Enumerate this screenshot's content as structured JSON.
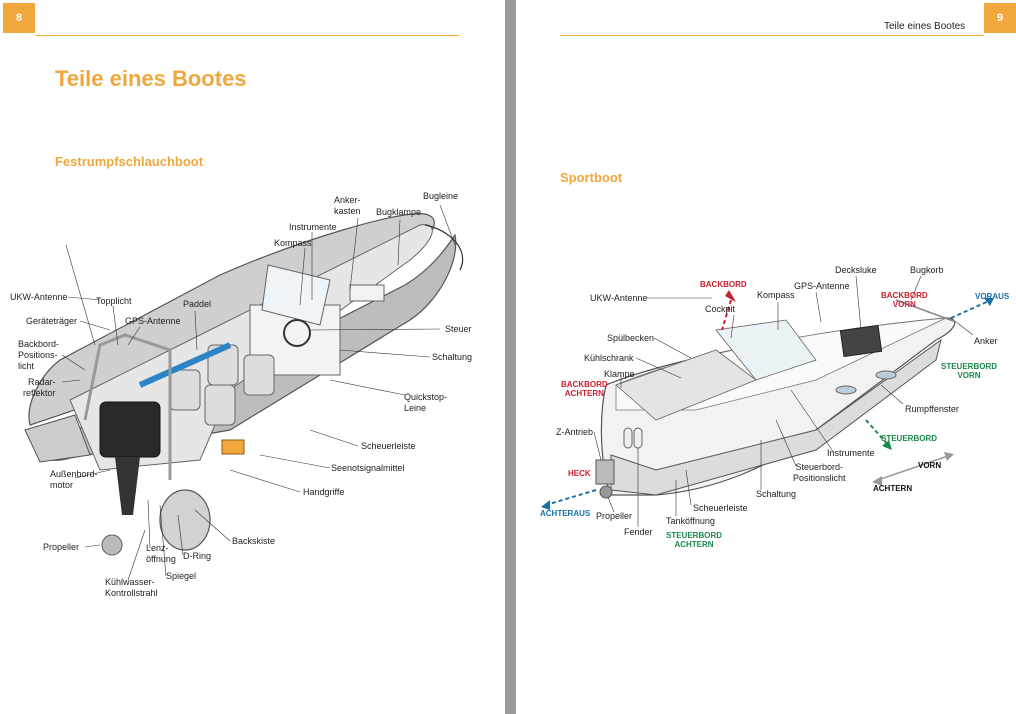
{
  "left_page": {
    "page_number": "8",
    "title": "Teile eines Bootes",
    "subtitle": "Festrumpfschlauchboot",
    "labels": {
      "ankerkasten": "Anker-\nkasten",
      "bugklampe": "Bugklampe",
      "bugleine": "Bugleine",
      "instrumente": "Instrumente",
      "kompass": "Kompass",
      "ukw_antenne": "UKW-Antenne",
      "topplicht": "Topplicht",
      "paddel": "Paddel",
      "geraetetraeger": "Geräteträger",
      "gps_antenne": "GPS-Antenne",
      "steuer": "Steuer",
      "backbord_positionslicht": "Backbord-\nPositions-\nlicht",
      "schaltung": "Schaltung",
      "radarreflektor": "Radar-\nreflektor",
      "quickstop_leine": "Quickstop-\nLeine",
      "scheuerleiste": "Scheuerleiste",
      "aussenbordmotor": "Außenbord-\nmotor",
      "seenotsignalmittel": "Seenotsignalmittel",
      "handgriffe": "Handgriffe",
      "backskiste": "Backskiste",
      "propeller": "Propeller",
      "lenzoeffnung": "Lenz-\nöffnung",
      "d_ring": "D-Ring",
      "spiegel": "Spiegel",
      "kuehlwasser": "Kühlwasser-\nKontrollstrahl"
    }
  },
  "right_page": {
    "page_number": "9",
    "running_head": "Teile eines Bootes",
    "subtitle": "Sportboot",
    "labels": {
      "decksluke": "Decksluke",
      "bugkorb": "Bugkorb",
      "backbord": "BACKBORD",
      "gps_antenne": "GPS-Antenne",
      "backbord_vorn": "BACKBORD\nVORN",
      "voraus": "VORAUS",
      "ukw_antenne": "UKW-Antenne",
      "kompass": "Kompass",
      "cockpit": "Cockpit",
      "anker": "Anker",
      "spuelbecken": "Spülbecken",
      "kuehlschrank": "Kühlschrank",
      "klampe": "Klampe",
      "steuerbord_vorn": "STEUERBORD\nVORN",
      "backbord_achtern": "BACKBORD\nACHTERN",
      "rumpffenster": "Rumpffenster",
      "z_antrieb": "Z-Antrieb",
      "steuerbord": "STEUERBORD",
      "instrumente": "Instrumente",
      "vorn": "VORN",
      "heck": "HECK",
      "steuerbord_positionslicht": "Steuerbord-\nPositionslicht",
      "achtern": "ACHTERN",
      "schaltung": "Schaltung",
      "achteraus": "ACHTERAUS",
      "propeller": "Propeller",
      "scheuerleiste": "Scheuerleiste",
      "fender": "Fender",
      "tankoeffnung": "Tanköffnung",
      "steuerbord_achtern": "STEUERBORD\nACHTERN"
    }
  },
  "colors": {
    "accent": "#f0a73c",
    "port_red": "#c8202e",
    "starboard_green": "#1a8a4a",
    "direction_blue": "#1a6fa8"
  }
}
